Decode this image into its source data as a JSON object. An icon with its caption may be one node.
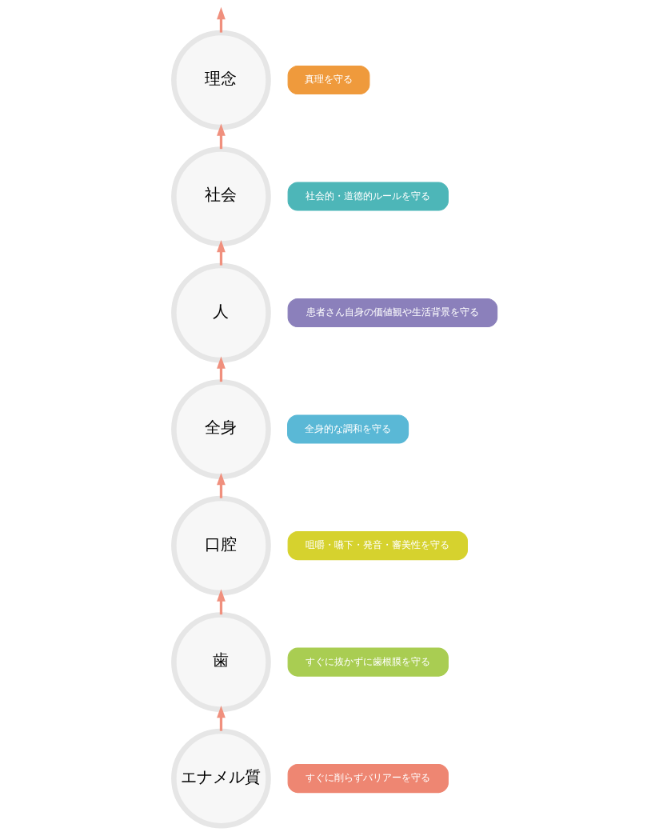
{
  "diagram": {
    "nodes": [
      {
        "text": [
          "理念"
        ]
      },
      {
        "text": [
          "真理を守る"
        ]
      },
      {
        "text": [
          "社会"
        ]
      },
      {
        "text": [
          "社会的・道徳的ルールを守る"
        ]
      },
      {
        "text": [
          "人"
        ]
      },
      {
        "text": [
          "患者さん自身の価値観や生活背景を守る"
        ]
      },
      {
        "text": [
          "全身"
        ]
      },
      {
        "text": [
          "全身的な調和を守る"
        ]
      },
      {
        "text": [
          "口腔"
        ]
      },
      {
        "text": [
          "咀嚼・嚥下・発音・審美性を守る"
        ]
      },
      {
        "text": [
          "歯"
        ]
      },
      {
        "text": [
          "すぐに抜かずに歯根膜を守る"
        ]
      },
      {
        "text": [
          "エナメル質"
        ]
      },
      {
        "text": [
          "すぐに削らずバリアーを守る"
        ]
      }
    ],
    "edges": [
      {
        "from": 12,
        "to": 10,
        "arrow": "to"
      },
      {
        "from": 10,
        "to": 8,
        "arrow": "to"
      },
      {
        "from": 8,
        "to": 6,
        "arrow": "to"
      },
      {
        "from": 6,
        "to": 4,
        "arrow": "to"
      },
      {
        "from": 4,
        "to": 2,
        "arrow": "to"
      },
      {
        "from": 2,
        "to": 0,
        "arrow": "to"
      },
      {
        "from": 0,
        "to": null,
        "arrow": "to"
      }
    ]
  }
}
